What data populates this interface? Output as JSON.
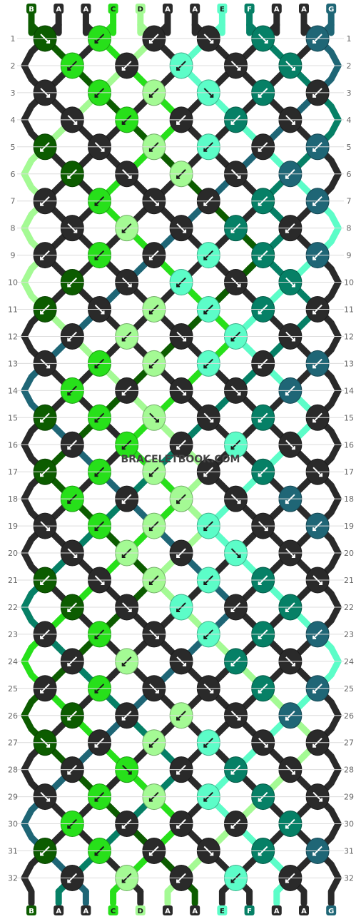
{
  "watermark": "BRACELETBOOK.COM",
  "colors": {
    "A": "#2a2a2a",
    "B": "#0c5c00",
    "C": "#27e01a",
    "D": "#a4fa94",
    "E": "#5cfdc8",
    "F": "#068066",
    "G": "#1f6676"
  },
  "strings": [
    "B",
    "A",
    "A",
    "C",
    "D",
    "A",
    "A",
    "E",
    "F",
    "A",
    "A",
    "G"
  ],
  "row_numbers": [
    "1",
    "2",
    "3",
    "4",
    "5",
    "6",
    "7",
    "8",
    "9",
    "10",
    "11",
    "12",
    "13",
    "14",
    "15",
    "16",
    "17",
    "18",
    "19",
    "20",
    "21",
    "22",
    "23",
    "24",
    "25",
    "26",
    "27",
    "28",
    "29",
    "30",
    "31",
    "32"
  ],
  "rows": [
    "BCAAFG",
    "CAEAF",
    "ACDEFA",
    "ACAFA",
    "BADEAG",
    "BADAG",
    "ACAAFG",
    "ADAFA",
    "ACAEFG",
    "BAEAF",
    "BADEFA",
    "ADAEA",
    "ACDEAG",
    "CAAAG",
    "BCDAFA",
    "ACAEA",
    "BCDAFA",
    "CADAG",
    "ACDEAG",
    "ADAEA",
    "BADEFA",
    "BAEAF",
    "ACAEFG",
    "ADAFA",
    "ACAAFG",
    "BADAG",
    "BADEAA",
    "ACAFA",
    "ACDEFA",
    "CAAAF",
    "BCAAFG",
    "ADAEA"
  ]
}
